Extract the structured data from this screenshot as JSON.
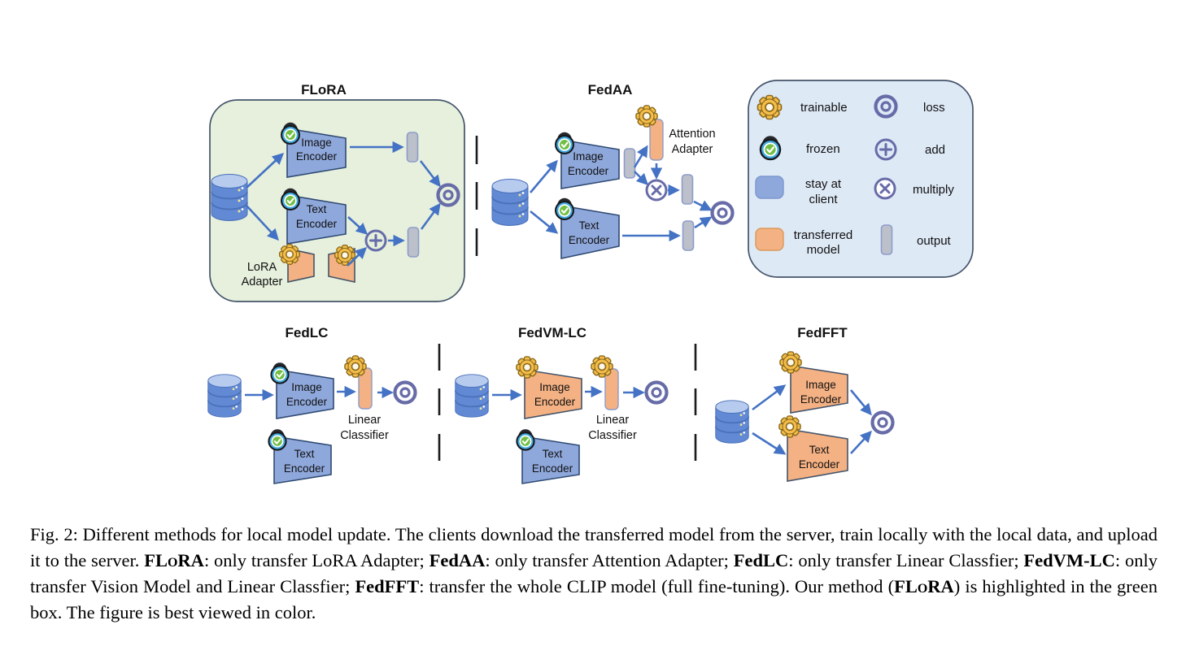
{
  "panels": {
    "flora": {
      "title": "FLoRA",
      "image_encoder_line1": "Image",
      "image_encoder_line2": "Encoder",
      "text_encoder_line1": "Text",
      "text_encoder_line2": "Encoder",
      "adapter_label_line1": "LoRA",
      "adapter_label_line2": "Adapter"
    },
    "fedaa": {
      "title": "FedAA",
      "image_encoder_line1": "Image",
      "image_encoder_line2": "Encoder",
      "text_encoder_line1": "Text",
      "text_encoder_line2": "Encoder",
      "adapter_label_line1": "Attention",
      "adapter_label_line2": "Adapter"
    },
    "fedlc": {
      "title": "FedLC",
      "image_encoder_line1": "Image",
      "image_encoder_line2": "Encoder",
      "text_encoder_line1": "Text",
      "text_encoder_line2": "Encoder",
      "classifier_label_line1": "Linear",
      "classifier_label_line2": "Classifier"
    },
    "fedvmlc": {
      "title": "FedVM-LC",
      "image_encoder_line1": "Image",
      "image_encoder_line2": "Encoder",
      "text_encoder_line1": "Text",
      "text_encoder_line2": "Encoder",
      "classifier_label_line1": "Linear",
      "classifier_label_line2": "Classifier"
    },
    "fedfft": {
      "title": "FedFFT",
      "image_encoder_line1": "Image",
      "image_encoder_line2": "Encoder",
      "text_encoder_line1": "Text",
      "text_encoder_line2": "Encoder"
    }
  },
  "legend": {
    "items_left": [
      {
        "icon": "gear-icon",
        "line1": "trainable",
        "line2": ""
      },
      {
        "icon": "lock-icon",
        "line1": "frozen",
        "line2": ""
      },
      {
        "icon": "client-model-swatch",
        "line1": "stay at",
        "line2": "client"
      },
      {
        "icon": "transferred-model-swatch",
        "line1": "transferred",
        "line2": "model"
      }
    ],
    "items_right": [
      {
        "icon": "loss-icon",
        "line1": "loss"
      },
      {
        "icon": "add-icon",
        "line1": "add"
      },
      {
        "icon": "multiply-icon",
        "line1": "multiply"
      },
      {
        "icon": "output-bar-icon",
        "line1": "output"
      }
    ]
  },
  "caption": {
    "segments": [
      {
        "text": "Fig. 2: Different methods for local model update. The clients download the transferred model from the server, train locally with the local data, and upload it to the server. "
      },
      {
        "text": "FLoRA"
      },
      {
        "text": ": only transfer LoRA Adapter; "
      },
      {
        "text": "FedAA"
      },
      {
        "text": ": only transfer Attention Adapter; "
      },
      {
        "text": "FedLC"
      },
      {
        "text": ": only transfer Linear Classfier; "
      },
      {
        "text": "FedVM-LC"
      },
      {
        "text": ": only transfer Vision Model and Linear Classfier; "
      },
      {
        "text": "FedFFT"
      },
      {
        "text": ": transfer the whole CLIP model (full fine-tuning). Our method ("
      },
      {
        "text": "FLoRA"
      },
      {
        "text": ") is highlighted in the green box. The figure is best viewed in color."
      }
    ]
  },
  "colors": {
    "arrow_blue": "#4472C4",
    "client_model_blue": "#8FA8DC",
    "transferred_model_orange": "#F4B183",
    "flora_highlight_green": "#E6F0DD",
    "legend_background": "#DEE9F6",
    "operator_purple": "#676CA8",
    "output_bar_gray": "#BCC0CA",
    "gear_yellow": "#F5BD4A",
    "lock_blue": "#41AADF",
    "lock_check_green": "#72BE44",
    "database_blue": "#6189D4"
  }
}
